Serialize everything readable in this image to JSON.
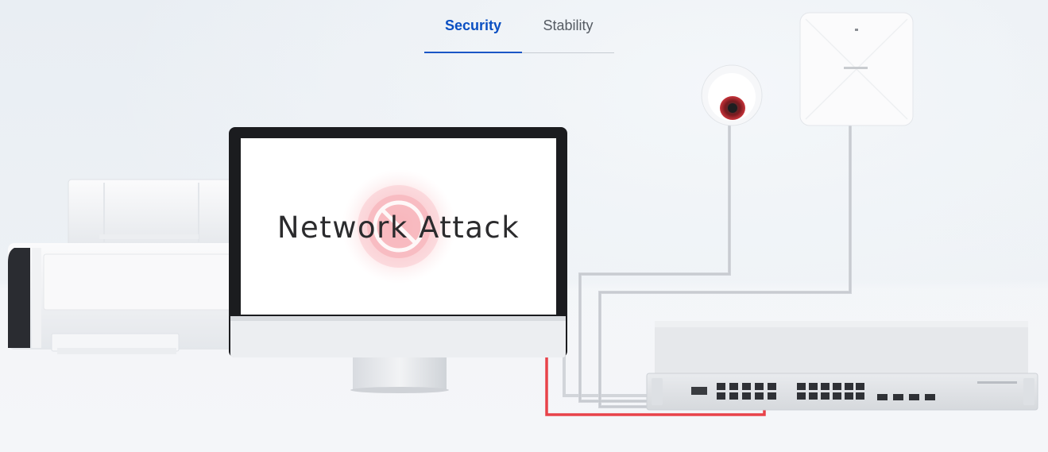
{
  "tabs": [
    {
      "label": "Security",
      "active": true
    },
    {
      "label": "Stability",
      "active": false
    }
  ],
  "monitor": {
    "screen_text": "Network Attack",
    "icon": "prohibited-icon"
  },
  "colors": {
    "active_tab": "#0a4fc2",
    "inactive_tab": "#555b63",
    "attack_cable": "#e8434a",
    "alert_glow": "#f7b6bb"
  }
}
